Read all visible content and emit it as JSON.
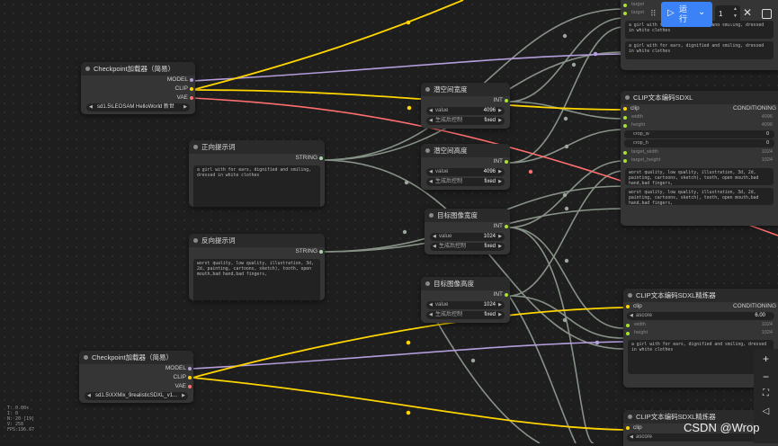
{
  "colors": {
    "model": "#b39ddb",
    "clip": "#ffd500",
    "vae": "#ff6e6e",
    "int": "#a6e22e",
    "string": "#a8d8a8",
    "cond": "#ffa931",
    "wire_gray": "#9aa79a"
  },
  "toolbar": {
    "run_label": "运行",
    "run_count": "1"
  },
  "stats": {
    "t": "T: 0.00s",
    "i": "I: 0",
    "n": "N: 20 [19]",
    "v": "V: 258",
    "fps": "FPS:196.67"
  },
  "watermark": "CSDN @Wrop",
  "ckpt1": {
    "title": "Checkpoint加载器（简易）",
    "out_model": "MODEL",
    "out_clip": "CLIP",
    "out_vae": "VAE",
    "ckpt_name": "sd1.5\\LEOSAM HelloWorld 新世"
  },
  "ckpt2": {
    "title": "Checkpoint加载器（简易）",
    "out_model": "MODEL",
    "out_clip": "CLIP",
    "out_vae": "VAE",
    "ckpt_name": "sd1.5\\XXMix_9realisticSDXL_v1..."
  },
  "pos_prompt": {
    "title": "正向提示词",
    "out": "STRING",
    "text": "a girl with for ears, dignified and smiling, dressed in white clothes"
  },
  "neg_prompt": {
    "title": "反向提示词",
    "out": "STRING",
    "text": "worst quality, low quality, illustration, 3d, 2d, painting, cartoons, sketch), tooth, open mouth,bad hand,bad fingers,"
  },
  "width_node": {
    "title": "潜空间宽度",
    "out": "INT",
    "value_label": "value",
    "value": "4096",
    "ctrl_label": "生成后控制",
    "ctrl": "fixed"
  },
  "height_node": {
    "title": "潜空间高度",
    "out": "INT",
    "value_label": "value",
    "value": "4096",
    "ctrl_label": "生成后控制",
    "ctrl": "fixed"
  },
  "tw_node": {
    "title": "目标图像宽度",
    "out": "INT",
    "value_label": "value",
    "value": "1024",
    "ctrl_label": "生成后控制",
    "ctrl": "fixed"
  },
  "th_node": {
    "title": "目标图像高度",
    "out": "INT",
    "value_label": "value",
    "value": "1024",
    "ctrl_label": "生成后控制",
    "ctrl": "fixed"
  },
  "top_node": {
    "in1": "target",
    "in2": "target",
    "text": "a girl with for ears, dignified and smiling, dressed in white clothes",
    "text2": "a girl with for ears, dignified and smiling, dressed in white clothes"
  },
  "sdxl_encode": {
    "title": "CLIP文本编码SDXL",
    "in_clip": "clip",
    "out": "CONDITIONING",
    "width_label": "width",
    "width": "4096",
    "height_label": "height",
    "height": "4096",
    "crop_w_label": "crop_w",
    "crop_w": "0",
    "crop_h_label": "crop_h",
    "crop_h": "0",
    "tw_label": "target_width",
    "tw": "1024",
    "th_label": "target_height",
    "th": "1024",
    "text1": "worst quality, low quality, illustration, 3d, 2d, painting, cartoons, sketch), tooth, open mouth,bad hand,bad fingers,",
    "text2": "worst quality, low quality, illustration, 3d, 2d, painting, cartoons, sketch), tooth, open mouth,bad hand,bad fingers,"
  },
  "refiner1": {
    "title": "CLIP文本编码SDXL精炼器",
    "in_clip": "clip",
    "out": "CONDITIONING",
    "ascore_label": "ascore",
    "ascore": "6.00",
    "width_label": "width",
    "width": "1024",
    "height_label": "height",
    "height": "1024",
    "text": "a girl with for ears, dignified and smiling, dressed in white clothes"
  },
  "refiner2": {
    "title": "CLIP文本编码SDXL精炼器",
    "in_clip": "clip",
    "ascore_label": "ascore"
  },
  "zoom": {
    "zoom_in": "+",
    "zoom_out": "−",
    "fit": "⛶",
    "locate": "◁"
  }
}
